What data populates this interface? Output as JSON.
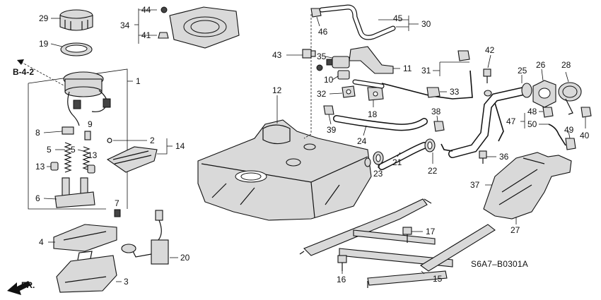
{
  "diagram": {
    "code": "S6A7–B0301A",
    "reference": "B-4-2",
    "front_arrow": "FR.",
    "callouts": {
      "c1": "1",
      "c2": "2",
      "c3": "3",
      "c4": "4",
      "c5a": "5",
      "c5b": "5",
      "c6": "6",
      "c7": "7",
      "c8": "8",
      "c9": "9",
      "c10": "10",
      "c11": "11",
      "c12": "12",
      "c13a": "13",
      "c13b": "13",
      "c14": "14",
      "c15": "15",
      "c16": "16",
      "c17": "17",
      "c18": "18",
      "c19": "19",
      "c20": "20",
      "c21": "21",
      "c22": "22",
      "c23": "23",
      "c24": "24",
      "c25": "25",
      "c26": "26",
      "c27": "27",
      "c28": "28",
      "c29": "29",
      "c30": "30",
      "c31": "31",
      "c32": "32",
      "c33": "33",
      "c34": "34",
      "c35": "35",
      "c36": "36",
      "c37": "37",
      "c38": "38",
      "c39": "39",
      "c40": "40",
      "c41": "41",
      "c42": "42",
      "c43": "43",
      "c44": "44",
      "c45": "45",
      "c46": "46",
      "c47": "47",
      "c48": "48",
      "c49": "49",
      "c50": "50"
    }
  }
}
